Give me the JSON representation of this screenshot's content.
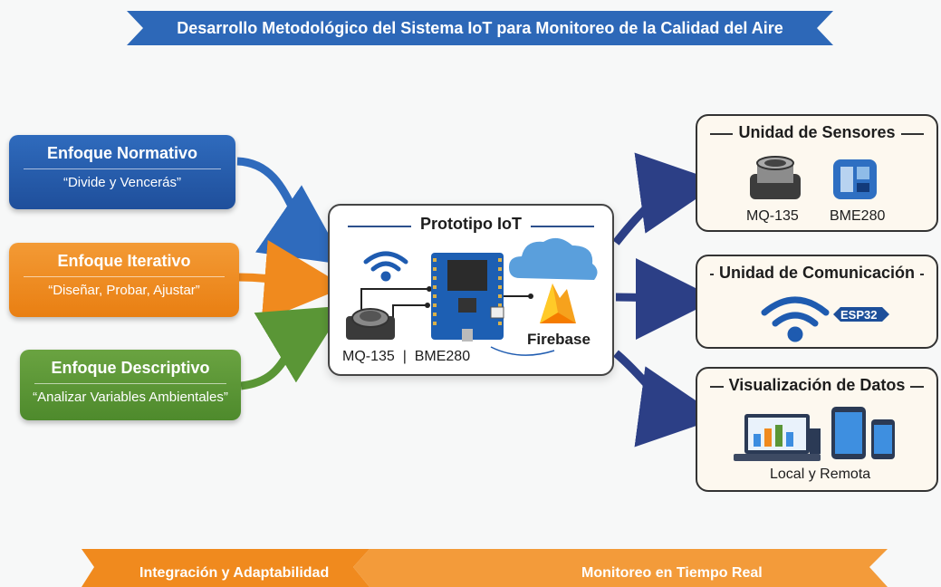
{
  "title": "Desarrollo Metodológico del Sistema IoT para Monitoreo de la Calidad del Aire",
  "approaches": [
    {
      "title": "Enfoque Normativo",
      "quote": "“Divide y Vencerás”"
    },
    {
      "title": "Enfoque Iterativo",
      "quote": "“Diseñar, Probar, Ajustar”"
    },
    {
      "title": "Enfoque Descriptivo",
      "quote": "“Analizar Variables Ambientales”"
    }
  ],
  "prototype": {
    "title": "Prototipo IoT",
    "sensors_label": "MQ-135  |  BME280",
    "firebase_label": "Firebase"
  },
  "units": {
    "sensors": {
      "title": "Unidad de Sensores",
      "left_label": "MQ-135",
      "right_label": "BME280"
    },
    "communication": {
      "title": "Unidad de Comunicación",
      "chip_label": "ESP32"
    },
    "visualization": {
      "title": "Visualización de Datos",
      "caption": "Local y Remota"
    }
  },
  "bottom": {
    "left": "Integración y Adaptabilidad",
    "right": "Monitoreo en Tiempo Real"
  },
  "colors": {
    "blue": "#2f6bbd",
    "orange": "#f08a1e",
    "green": "#5a9636",
    "navy": "#2c3f86"
  }
}
